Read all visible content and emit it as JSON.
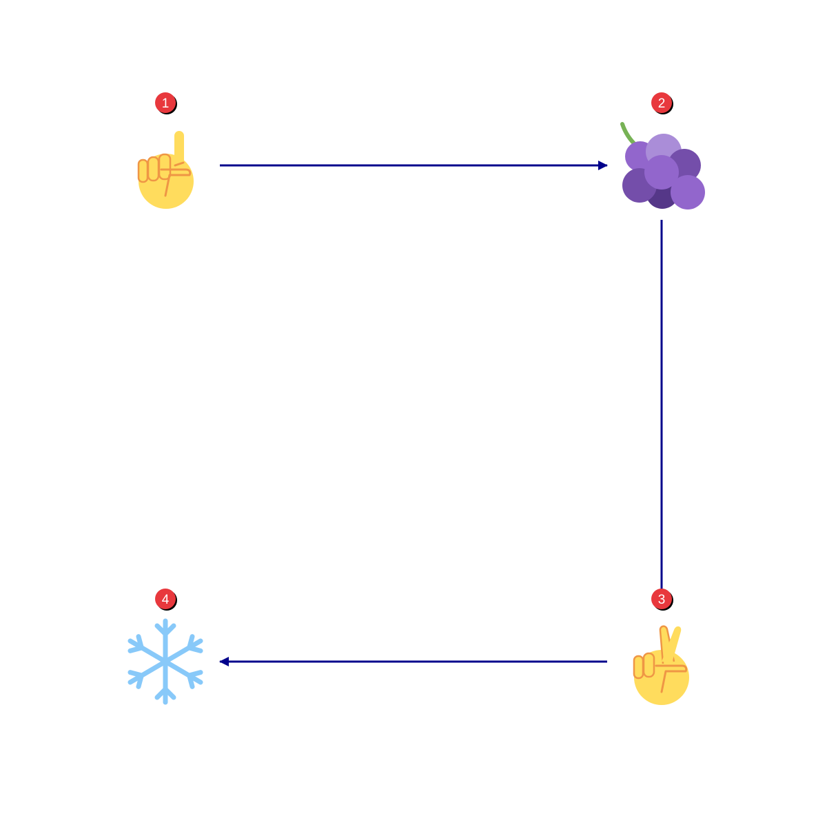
{
  "diagram": {
    "steps": [
      {
        "number": "1",
        "icon": "index-pointing-up-icon"
      },
      {
        "number": "2",
        "icon": "grapes-icon"
      },
      {
        "number": "3",
        "icon": "crossed-fingers-icon"
      },
      {
        "number": "4",
        "icon": "snowflake-icon"
      }
    ],
    "connections": [
      {
        "from": "1",
        "to": "2",
        "arrowhead": true
      },
      {
        "from": "2",
        "to": "3",
        "arrowhead": false
      },
      {
        "from": "3",
        "to": "4",
        "arrowhead": true
      }
    ],
    "colors": {
      "arrow": "#00008b",
      "badge": "#e8383d",
      "badge_shadow": "#000000",
      "skin": "#ffdc5d",
      "skin_line": "#ef9645",
      "grape_light": "#aa8dd8",
      "grape_mid": "#9266cc",
      "grape_dark": "#744eaa",
      "grape_darkest": "#553788",
      "stem": "#77b255",
      "snowflake": "#88c9f9"
    }
  }
}
